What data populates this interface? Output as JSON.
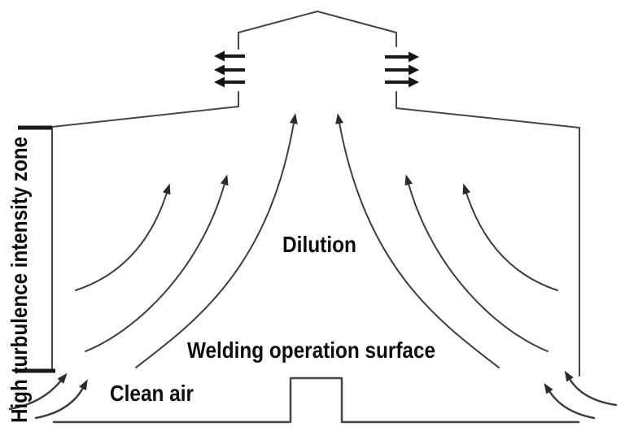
{
  "diagram": {
    "labels": {
      "turbulence_zone": "High turbulence intensity zone",
      "dilution": "Dilution",
      "welding_surface": "Welding operation surface",
      "clean_air": "Clean air"
    },
    "icons": {
      "exhaust_arrows": "triple-horizontal-arrow-icon",
      "inlet_arrows": "curved-swoosh-arrow-icon",
      "streamlines": "curved-flow-arrow-icon"
    },
    "colors": {
      "background": "#ffffff",
      "line": "#454545",
      "arrow": "#1a1a1a",
      "streamline": "#3d3d3d",
      "text": "#0d0d0d"
    }
  }
}
